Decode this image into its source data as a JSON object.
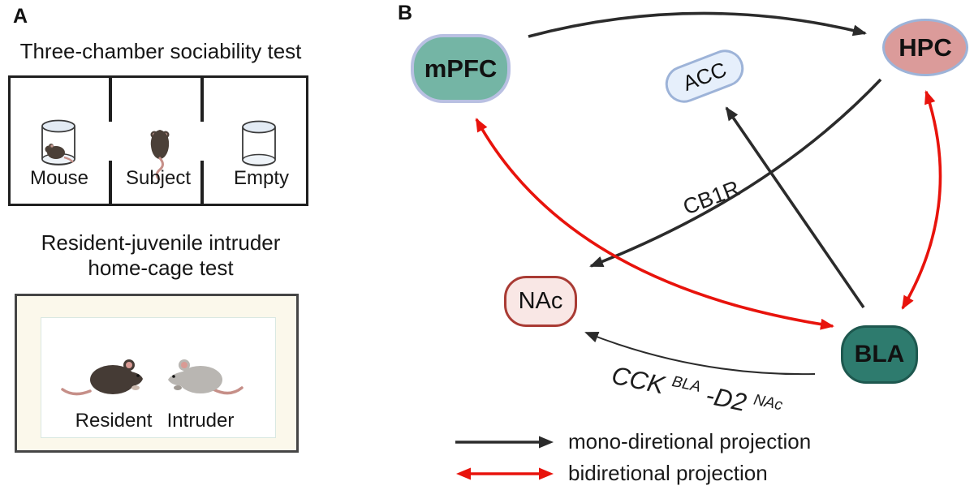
{
  "figure": {
    "panel_a": {
      "label": "A",
      "sociability_test": {
        "title": "Three-chamber sociability test",
        "chambers": [
          {
            "label": "Mouse"
          },
          {
            "label": "Subject"
          },
          {
            "label": "Empty"
          }
        ]
      },
      "homecage_test": {
        "title_line1": "Resident-juvenile intruder",
        "title_line2": "home-cage test",
        "actors": [
          {
            "label": "Resident"
          },
          {
            "label": "Intruder"
          }
        ]
      }
    },
    "panel_b": {
      "label": "B",
      "nodes": [
        {
          "id": "mPFC",
          "label": "mPFC",
          "fill": "#74b5a5",
          "border": "#b9c0e2"
        },
        {
          "id": "ACC",
          "label": "ACC",
          "fill": "#e6effb",
          "border": "#9db3d8"
        },
        {
          "id": "HPC",
          "label": "HPC",
          "fill": "#db9b9a",
          "border": "#9db3d8"
        },
        {
          "id": "NAc",
          "label": "NAc",
          "fill": "#f9e7e5",
          "border": "#a93b34"
        },
        {
          "id": "BLA",
          "label": "BLA",
          "fill": "#2e7b6e",
          "border": "#1e584f"
        }
      ],
      "edges": [
        {
          "from": "mPFC",
          "to": "HPC",
          "type": "mono"
        },
        {
          "from": "HPC",
          "to": "NAc",
          "type": "mono",
          "label": "CB1R"
        },
        {
          "from": "BLA",
          "to": "ACC",
          "type": "mono"
        },
        {
          "from": "BLA",
          "to": "NAc",
          "type": "mono",
          "label": "CCK(BLA)-D2(NAc)"
        },
        {
          "from": "mPFC",
          "to": "BLA",
          "type": "bi"
        },
        {
          "from": "HPC",
          "to": "BLA",
          "type": "bi"
        }
      ],
      "edge_labels": {
        "cb1r": "CB1R",
        "cck_base": "CCK",
        "cck_sup1": "BLA",
        "cck_link": "-D2",
        "cck_sup2": "NAc"
      },
      "legend": {
        "mono_label": "mono-diretional projection",
        "bi_label": "bidiretional projection"
      },
      "colors": {
        "mono": "#2b2b2b",
        "bi": "#e8130c"
      }
    }
  }
}
